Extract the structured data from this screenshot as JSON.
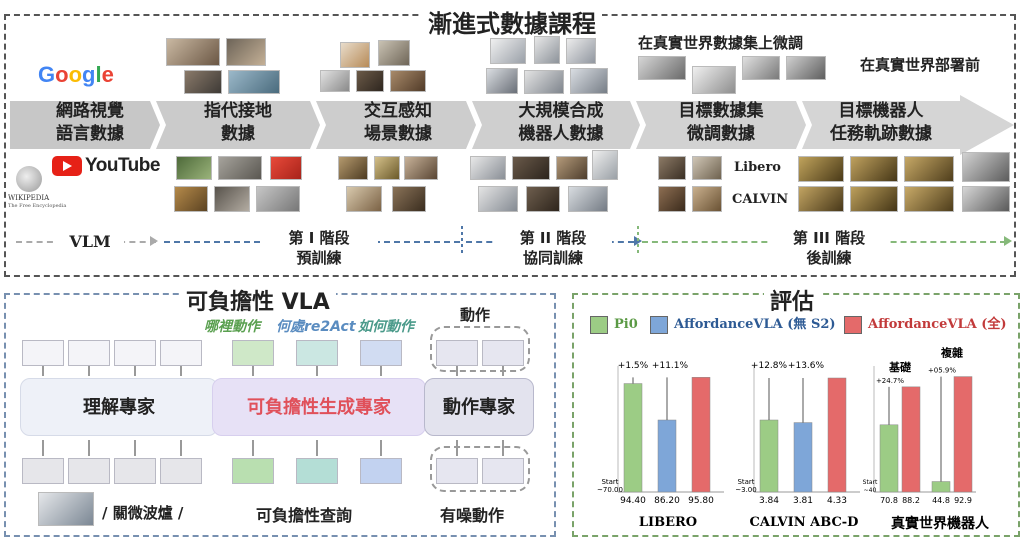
{
  "title": "漸進式數據課程",
  "stages": [
    {
      "line1": "網路視覺",
      "line2": "語言數據"
    },
    {
      "line1": "指代接地",
      "line2": "數據"
    },
    {
      "line1": "交互感知",
      "line2": "場景數據"
    },
    {
      "line1": "大規模合成",
      "line2": "機器人數據"
    },
    {
      "line1": "目標數據集",
      "line2": "微調數據"
    },
    {
      "line1": "目標機器人",
      "line2": "任務軌跡數據"
    }
  ],
  "sources": {
    "google": "Google",
    "youtube": "YouTube",
    "wikipedia": "WIKIPEDIA",
    "wikipedia_sub": "The Free Encyclopedia"
  },
  "annotations": {
    "finetune_real": "在真實世界數據集上微調",
    "deploy_real": "在真實世界部署前",
    "libero": "Libero",
    "calvin": "CALVIN"
  },
  "phases": [
    {
      "name": "VLM",
      "sub": ""
    },
    {
      "name": "第 I 階段",
      "sub": "預訓練"
    },
    {
      "name": "第 II 階段",
      "sub": "協同訓練"
    },
    {
      "name": "第 III 階段",
      "sub": "後訓練"
    }
  ],
  "colors": {
    "gray": "#bdbdbd",
    "blue": "#5f86b8",
    "green": "#8fc37a",
    "phase_gray": "#aaaaaa",
    "phase_blue": "#4f77a8",
    "phase_green": "#86b97a",
    "pi0": "#9ccc85",
    "affordance_no_s2": "#7ea6d8",
    "affordance_full": "#e46a6a",
    "understanding": "#eef1f8",
    "generation": "#e7e1f6",
    "action": "#e3e3ee"
  },
  "architecture": {
    "title": "可負擔性 VLA",
    "top_labels": [
      "哪裡動作",
      "何處re2Act",
      "如何動作"
    ],
    "action_label_top": "動作",
    "experts": [
      "理解專家",
      "可負擔性生成專家",
      "動作專家"
    ],
    "inputs": {
      "instruction": "/ 關微波爐 /",
      "query": "可負擔性查詢",
      "noisy_action": "有噪動作"
    }
  },
  "evaluation": {
    "title": "評估",
    "legend": [
      "Pi0",
      "AffordanceVLA (無 S2)",
      "AffordanceVLA (全)"
    ],
    "sub_labels": {
      "basic": "基礎",
      "complex": "複雜"
    }
  },
  "chart_data": [
    {
      "type": "bar",
      "title": "LIBERO",
      "categories": [
        "Pi0",
        "AffordanceVLA (無 S2)",
        "AffordanceVLA (全)"
      ],
      "values": [
        94.4,
        86.2,
        95.8
      ],
      "value_labels": [
        "94.40",
        "86.20",
        "95.80"
      ],
      "annotations": [
        "+1.5%",
        "+11.1%"
      ],
      "start_label": "Start",
      "start_value": "~70.00",
      "ylim": [
        70,
        97
      ]
    },
    {
      "type": "bar",
      "title": "CALVIN ABC-D",
      "categories": [
        "Pi0",
        "AffordanceVLA (無 S2)",
        "AffordanceVLA (全)"
      ],
      "values": [
        3.84,
        3.81,
        4.33
      ],
      "value_labels": [
        "3.84",
        "3.81",
        "4.33"
      ],
      "annotations": [
        "+12.8%",
        "+13.6%"
      ],
      "start_label": "Start",
      "start_value": "~3.00",
      "ylim": [
        3.0,
        4.4
      ]
    },
    {
      "type": "bar",
      "title": "真實世界機器人",
      "categories": [
        "基礎",
        "複雜"
      ],
      "series": [
        {
          "name": "Pi0",
          "values": [
            70.8,
            44.8
          ]
        },
        {
          "name": "AffordanceVLA (全)",
          "values": [
            88.2,
            92.9
          ]
        }
      ],
      "value_labels": [
        "70.8",
        "88.2",
        "44.8",
        "92.9"
      ],
      "annotations": [
        "+24.7%",
        "+05.9%"
      ],
      "start_label": "Start",
      "start_value": "~40",
      "ylim": [
        40,
        95
      ]
    }
  ]
}
